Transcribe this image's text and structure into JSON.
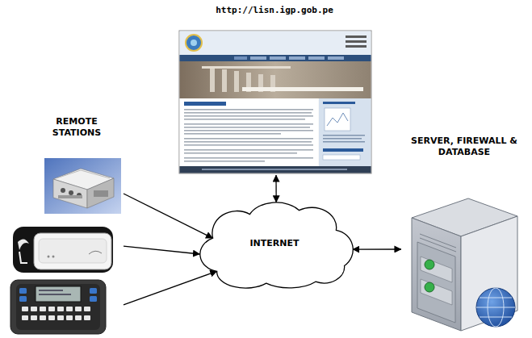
{
  "diagram": {
    "nodes": [
      {
        "text": [
          "http://lisn.igp.gob.pe"
        ]
      },
      {
        "text": [
          "REMOTE STATIONS"
        ]
      },
      {
        "text": [
          "INTERNET"
        ]
      },
      {
        "text": [
          "SERVER, FIREWALL & DATABASE"
        ]
      }
    ],
    "edges": [
      {
        "from": 0,
        "to": 2,
        "arrow": "both"
      },
      {
        "from": 1,
        "to": 2,
        "arrow": "to"
      },
      {
        "from": 1,
        "to": 2,
        "arrow": "to"
      },
      {
        "from": 1,
        "to": 2,
        "arrow": "to"
      },
      {
        "from": 2,
        "to": 3,
        "arrow": "both"
      }
    ]
  }
}
